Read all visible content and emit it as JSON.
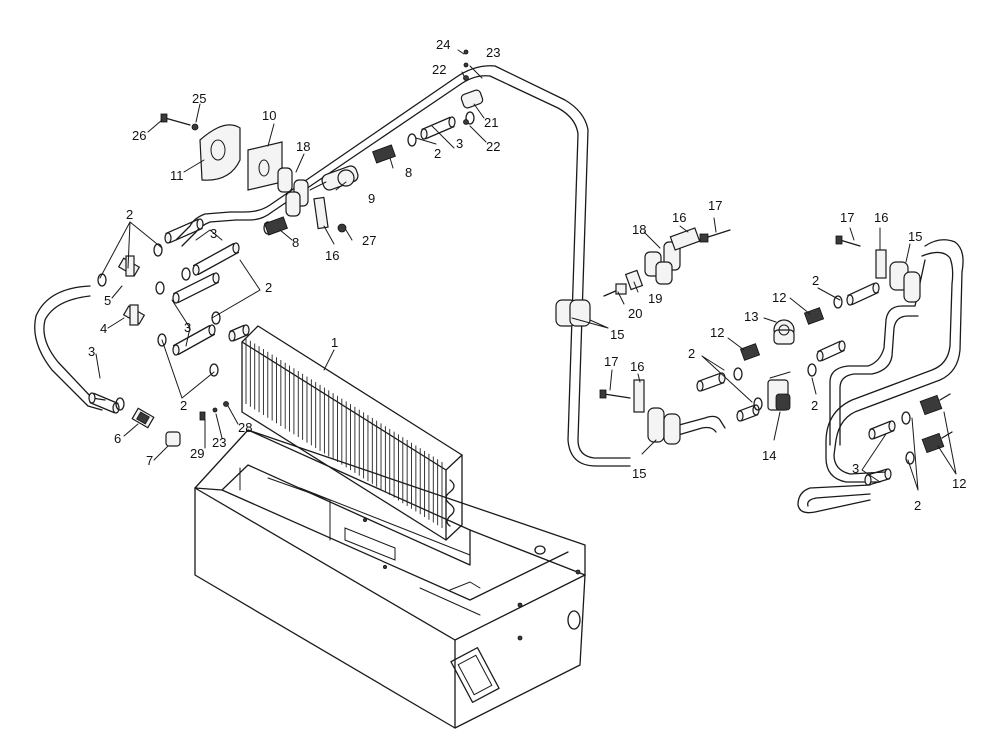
{
  "callouts": [
    {
      "id": "1",
      "text": "1"
    },
    {
      "id": "2a",
      "text": "2"
    },
    {
      "id": "2b",
      "text": "2"
    },
    {
      "id": "2c",
      "text": "2"
    },
    {
      "id": "2d",
      "text": "2"
    },
    {
      "id": "2e",
      "text": "2"
    },
    {
      "id": "2f",
      "text": "2"
    },
    {
      "id": "2g",
      "text": "2"
    },
    {
      "id": "2h",
      "text": "2"
    },
    {
      "id": "3a",
      "text": "3"
    },
    {
      "id": "3b",
      "text": "3"
    },
    {
      "id": "3c",
      "text": "3"
    },
    {
      "id": "3d",
      "text": "3"
    },
    {
      "id": "3e",
      "text": "3"
    },
    {
      "id": "4",
      "text": "4"
    },
    {
      "id": "5",
      "text": "5"
    },
    {
      "id": "6",
      "text": "6"
    },
    {
      "id": "7",
      "text": "7"
    },
    {
      "id": "8a",
      "text": "8"
    },
    {
      "id": "8b",
      "text": "8"
    },
    {
      "id": "9",
      "text": "9"
    },
    {
      "id": "10",
      "text": "10"
    },
    {
      "id": "11",
      "text": "11"
    },
    {
      "id": "12a",
      "text": "12"
    },
    {
      "id": "12b",
      "text": "12"
    },
    {
      "id": "12c",
      "text": "12"
    },
    {
      "id": "13",
      "text": "13"
    },
    {
      "id": "14",
      "text": "14"
    },
    {
      "id": "15a",
      "text": "15"
    },
    {
      "id": "15b",
      "text": "15"
    },
    {
      "id": "15c",
      "text": "15"
    },
    {
      "id": "16a",
      "text": "16"
    },
    {
      "id": "16b",
      "text": "16"
    },
    {
      "id": "16c",
      "text": "16"
    },
    {
      "id": "16d",
      "text": "16"
    },
    {
      "id": "17a",
      "text": "17"
    },
    {
      "id": "17b",
      "text": "17"
    },
    {
      "id": "17c",
      "text": "17"
    },
    {
      "id": "18a",
      "text": "18"
    },
    {
      "id": "18b",
      "text": "18"
    },
    {
      "id": "19",
      "text": "19"
    },
    {
      "id": "20",
      "text": "20"
    },
    {
      "id": "21",
      "text": "21"
    },
    {
      "id": "22a",
      "text": "22"
    },
    {
      "id": "22b",
      "text": "22"
    },
    {
      "id": "23a",
      "text": "23"
    },
    {
      "id": "23b",
      "text": "23"
    },
    {
      "id": "24",
      "text": "24"
    },
    {
      "id": "25",
      "text": "25"
    },
    {
      "id": "26",
      "text": "26"
    },
    {
      "id": "27",
      "text": "27"
    },
    {
      "id": "28",
      "text": "28"
    },
    {
      "id": "29",
      "text": "29"
    }
  ]
}
